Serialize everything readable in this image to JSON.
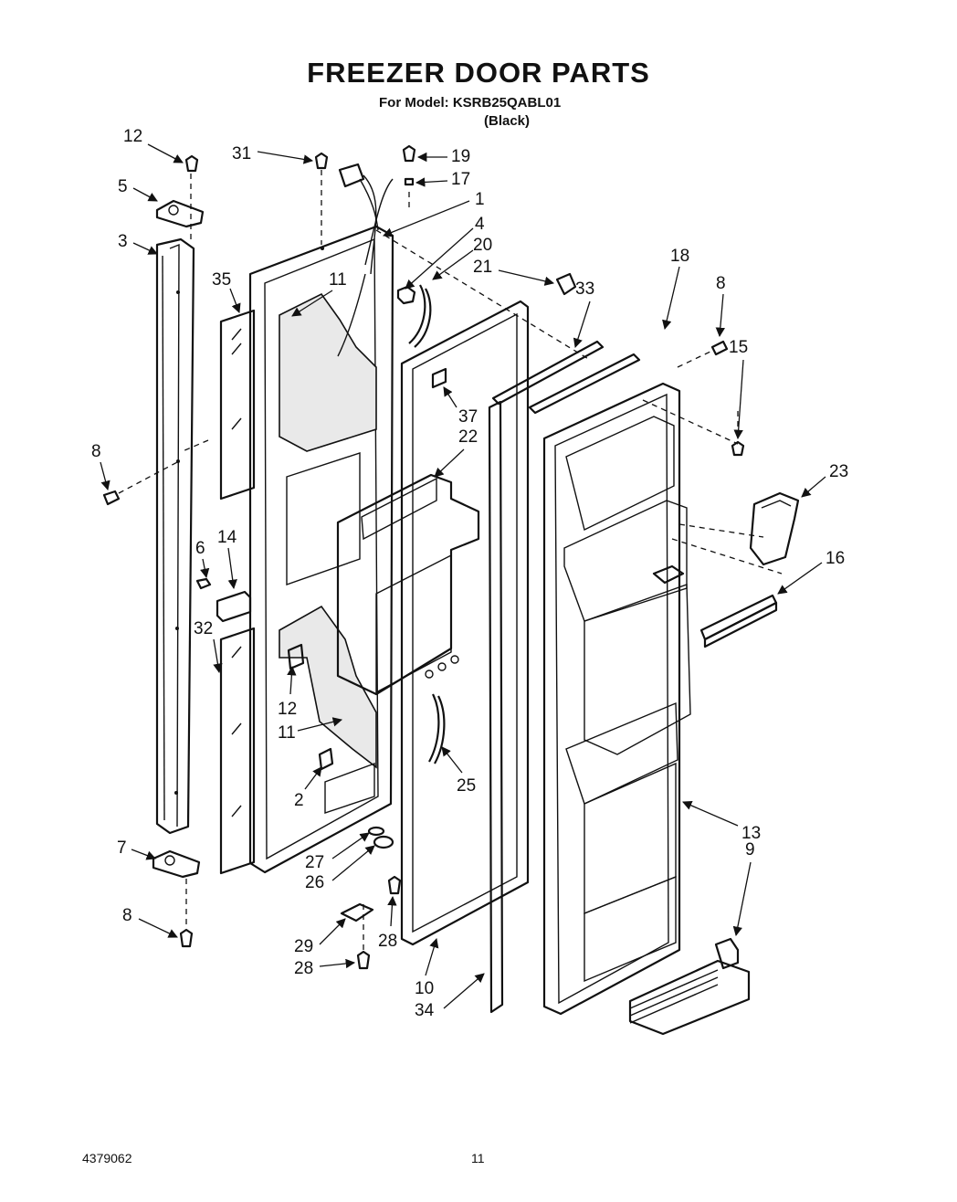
{
  "header": {
    "title": "FREEZER DOOR PARTS",
    "model_line": "For Model: KSRB25QABL01",
    "color_note": "(Black)"
  },
  "footer": {
    "doc_number": "4379062",
    "page_number": "11"
  },
  "callouts": [
    "12",
    "5",
    "3",
    "35",
    "8",
    "6",
    "14",
    "32",
    "7",
    "8",
    "31",
    "11",
    "12",
    "11",
    "2",
    "27",
    "26",
    "28",
    "29",
    "28",
    "19",
    "17",
    "1",
    "4",
    "20",
    "21",
    "33",
    "37",
    "22",
    "25",
    "10",
    "34",
    "18",
    "8",
    "15",
    "23",
    "16",
    "13",
    "9"
  ]
}
